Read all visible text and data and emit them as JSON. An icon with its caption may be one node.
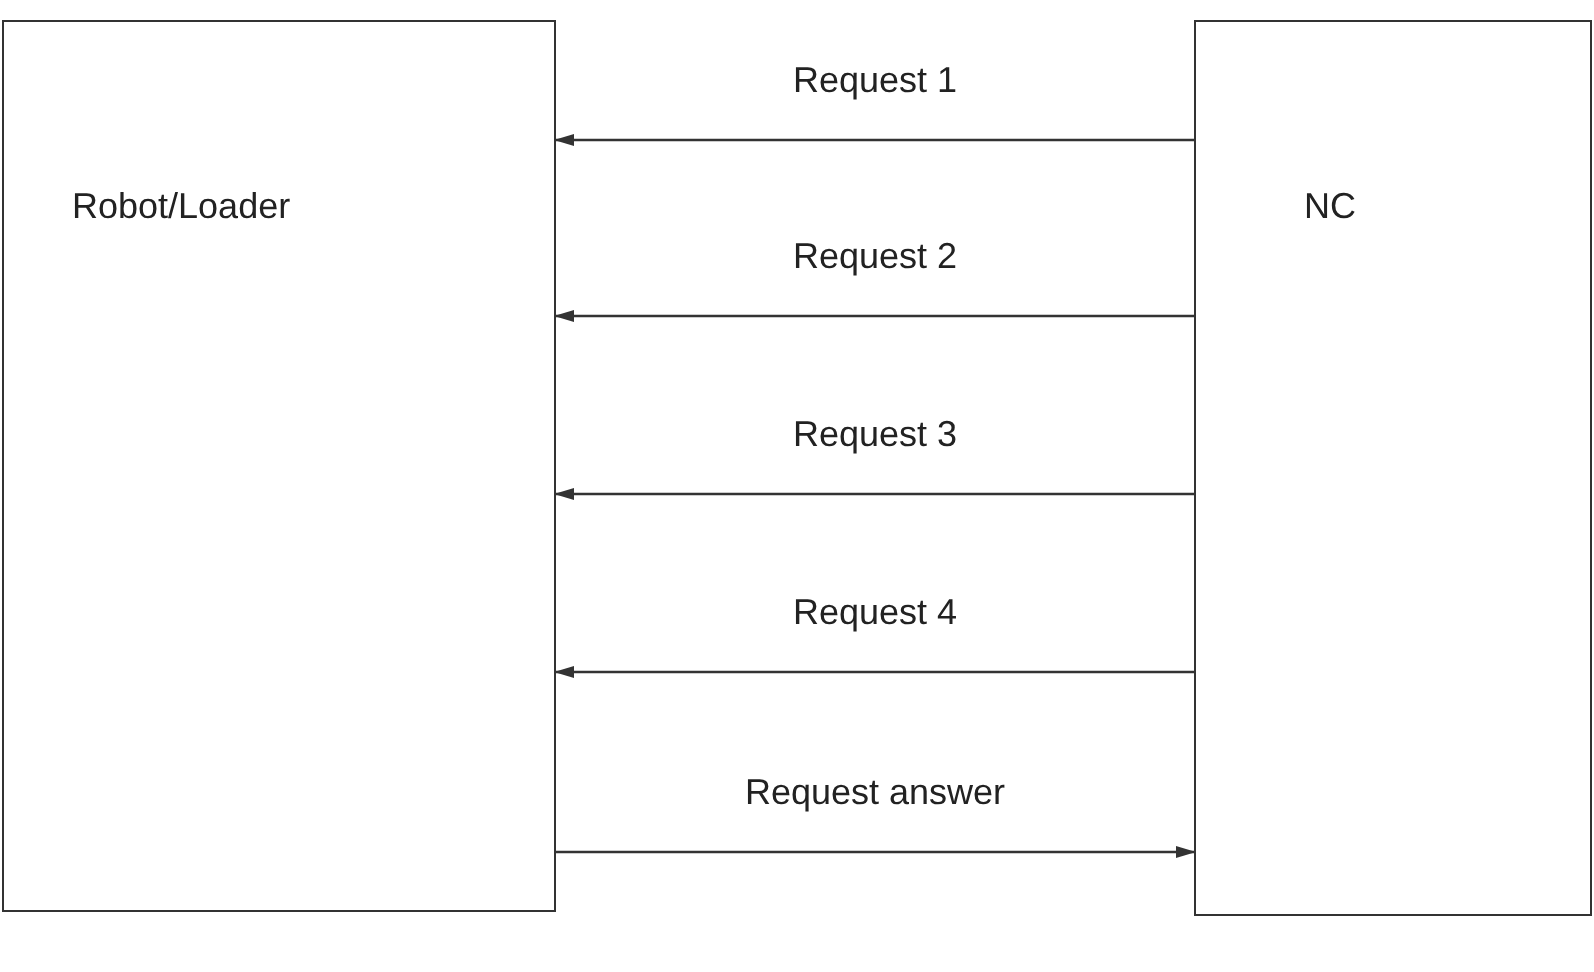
{
  "diagram": {
    "nodes": [
      {
        "text": [
          "Robot/Loader"
        ]
      },
      {
        "text": [
          "NC"
        ]
      }
    ],
    "edges": [
      {
        "from": 1,
        "to": 0,
        "arrow": "to",
        "label": "Request 1"
      },
      {
        "from": 1,
        "to": 0,
        "arrow": "to",
        "label": "Request 2"
      },
      {
        "from": 1,
        "to": 0,
        "arrow": "to",
        "label": "Request 3"
      },
      {
        "from": 1,
        "to": 0,
        "arrow": "to",
        "label": "Request 4"
      },
      {
        "from": 0,
        "to": 1,
        "arrow": "to",
        "label": "Request answer"
      }
    ]
  }
}
